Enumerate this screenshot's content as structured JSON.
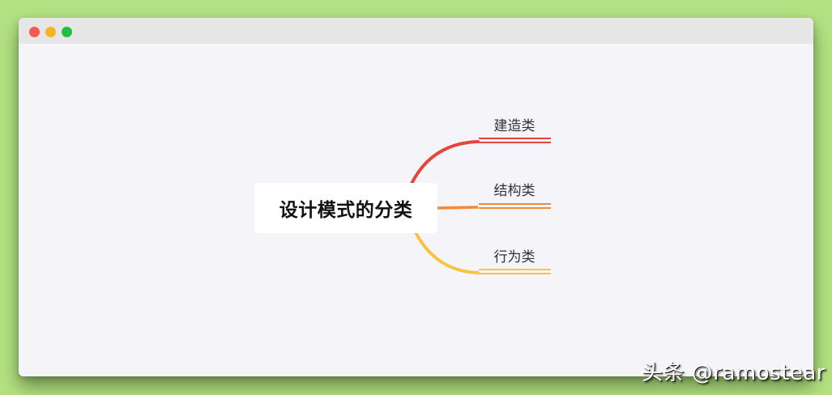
{
  "window": {
    "controls": [
      {
        "name": "close",
        "color": "#f45a55"
      },
      {
        "name": "minimize",
        "color": "#f9b425"
      },
      {
        "name": "maximize",
        "color": "#20bf3c"
      }
    ]
  },
  "mindmap": {
    "root": {
      "label": "设计模式的分类"
    },
    "branches": [
      {
        "label": "建造类",
        "color": "#e5463c"
      },
      {
        "label": "结构类",
        "color": "#ef8c3a"
      },
      {
        "label": "行为类",
        "color": "#f7c43e"
      }
    ]
  },
  "watermark": {
    "text": "头条 @ramostear"
  }
}
